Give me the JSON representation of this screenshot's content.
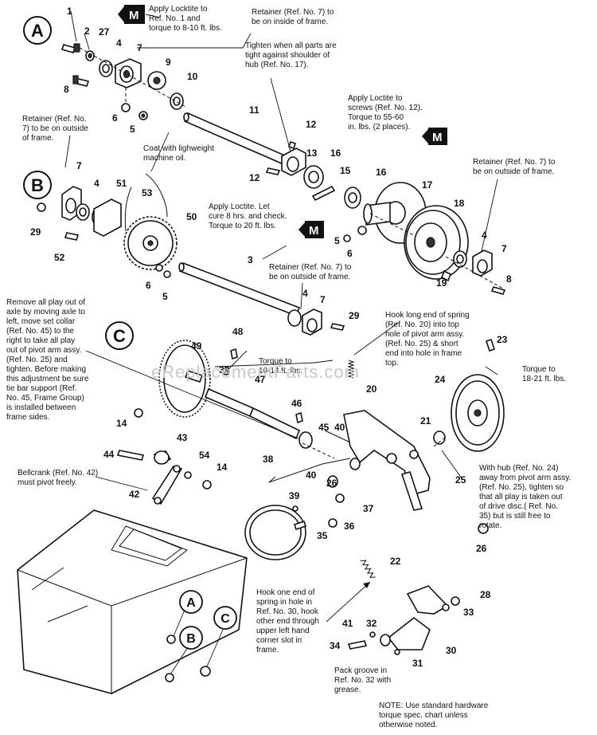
{
  "section_labels": {
    "a": "A",
    "b": "B",
    "c": "C"
  },
  "badge_label": "M",
  "notes": {
    "locktite": "Apply Locktite to\nRef. No. 1 and\ntorque to 8-10 ft. lbs.",
    "retainer_inside": "Retainer (Ref. No. 7) to\nbe on inside of frame.",
    "tighten_hub": "Tighten when all parts are\ntight against shoulder of\nhub (Ref. No. 17).",
    "loctite_screws": "Apply Loctite to\nscrews (Ref. No. 12).\nTorque to 55-60\nin. lbs. (2 places).",
    "retainer_outside_b": "Retainer (Ref. No.\n7) to be on outside\nof frame.",
    "coat_oil": "Coat with lighweight\nmachine oil.",
    "retainer_outside_right": "Retainer (Ref. No. 7) to\nbe on outside of frame.",
    "loctite_cure": "Apply Loctite. Let\ncure 8 hrs. and check.\nTorque to 20 ft. lbs.",
    "retainer_outside_mid": "Retainer (Ref. No. 7) to\nbe on outside of frame.",
    "remove_play": "Remove all play out of\naxle by moving axle to\nleft, move set collar\n(Ref. No. 45) to the\nright to take all play\nout of pivot arm assy.\n(Ref. No. 25) and\ntighten. Before making\nthis adjustment be sure\ntie bar support (Ref.\nNo. 45, Frame Group)\nis installed between\nframe sides.",
    "hook_long_end": "Hook long end of spring\n(Ref. No. 20) into top\nhole of pivot arm assy.\n(Ref. No. 25) & short\nend into hole in frame\ntop.",
    "torque_10_14": "Torque to\n10-14 ft. lbs.",
    "torque_18_21": "Torque to\n18-21 ft. lbs.",
    "bellcrank": "Bellcrank (Ref. No. 42)\nmust pivot freely.",
    "with_hub": "With hub (Ref. No. 24)\naway from pivot arm assy.\n(Ref. No. 25), tighten so\nthat all play is taken out\nof drive disc.( Ref. No.\n35) but is still free to\nrotate.",
    "hook_one_end": "Hook one end of\nspring in hole in\nRef. No. 30, hook\nother end through\nupper left hand\ncorner slot in\nframe.",
    "pack_groove": "Pack groove in\nRef. No. 32 with\ngrease.",
    "standard_hw": "NOTE: Use standard hardware\ntorque spec. chart unless\notherwise noted."
  },
  "watermark": "eReplacementParts.com",
  "part_numbers": [
    "1",
    "2",
    "27",
    "4",
    "7",
    "9",
    "10",
    "8",
    "6",
    "5",
    "11",
    "12",
    "13",
    "16",
    "15",
    "12",
    "16",
    "17",
    "18",
    "4",
    "7",
    "8",
    "5",
    "6",
    "19",
    "7",
    "4",
    "51",
    "53",
    "50",
    "29",
    "52",
    "6",
    "5",
    "3",
    "4",
    "7",
    "29",
    "49",
    "48",
    "39",
    "47",
    "46",
    "45",
    "40",
    "14",
    "44",
    "43",
    "54",
    "14",
    "42",
    "38",
    "40",
    "26",
    "37",
    "36",
    "39",
    "35",
    "26",
    "25",
    "21",
    "24",
    "23",
    "20",
    "22",
    "28",
    "33",
    "41",
    "32",
    "34",
    "31",
    "30",
    "A",
    "B",
    "C"
  ]
}
